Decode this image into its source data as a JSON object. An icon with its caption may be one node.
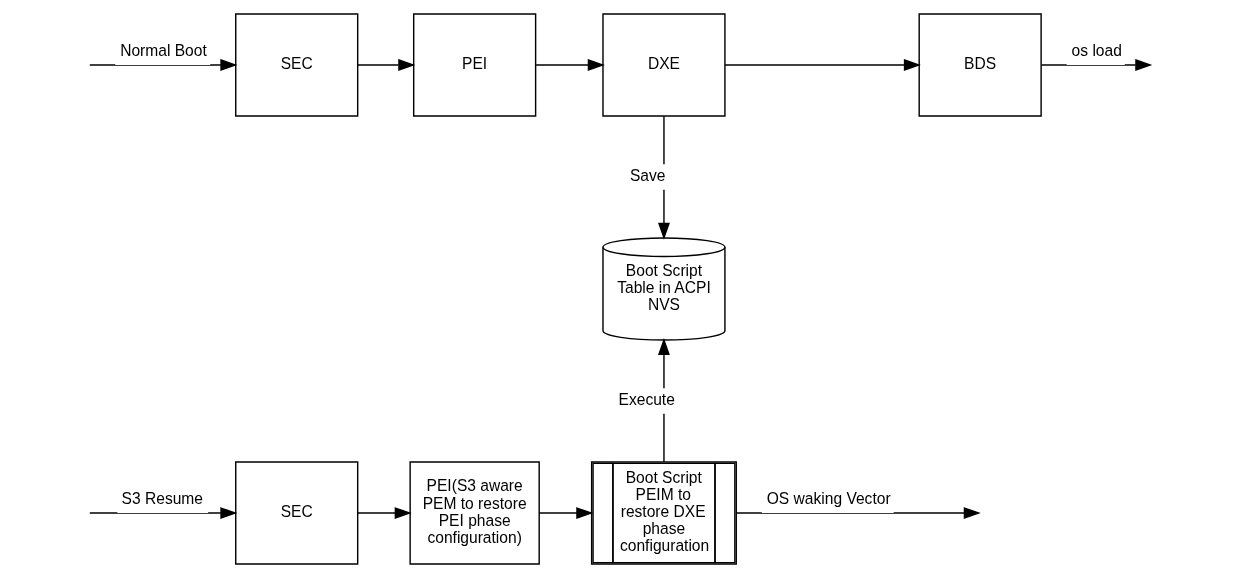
{
  "diagram": {
    "nodes": [
      {
        "text": [
          "SEC"
        ]
      },
      {
        "text": [
          "PEI"
        ]
      },
      {
        "text": [
          "DXE"
        ]
      },
      {
        "text": [
          "BDS"
        ]
      },
      {
        "text": [
          "Boot Script Table in ACPI NVS"
        ]
      },
      {
        "text": [
          "SEC"
        ]
      },
      {
        "text": [
          "PEI(S3 aware PEM to restore PEI phase configuration)"
        ]
      },
      {
        "text": [
          "Boot Script PEIM to restore DXE phase configuration"
        ]
      }
    ],
    "edges": [
      {
        "from": null,
        "to": 0,
        "arrow": "to",
        "label": "Normal Boot"
      },
      {
        "from": 0,
        "to": 1,
        "arrow": "to"
      },
      {
        "from": 1,
        "to": 2,
        "arrow": "to"
      },
      {
        "from": 2,
        "to": 3,
        "arrow": "to"
      },
      {
        "from": 3,
        "to": null,
        "arrow": "to",
        "label": "os load"
      },
      {
        "from": 2,
        "to": 4,
        "arrow": "to",
        "label": "Save"
      },
      {
        "from": 7,
        "to": 4,
        "arrow": "to",
        "label": "Execute"
      },
      {
        "from": null,
        "to": 5,
        "arrow": "to",
        "label": "S3 Resume"
      },
      {
        "from": 5,
        "to": 6,
        "arrow": "to"
      },
      {
        "from": 6,
        "to": 7,
        "arrow": "to"
      },
      {
        "from": 7,
        "to": null,
        "arrow": "to",
        "label": "OS waking Vector"
      }
    ]
  }
}
